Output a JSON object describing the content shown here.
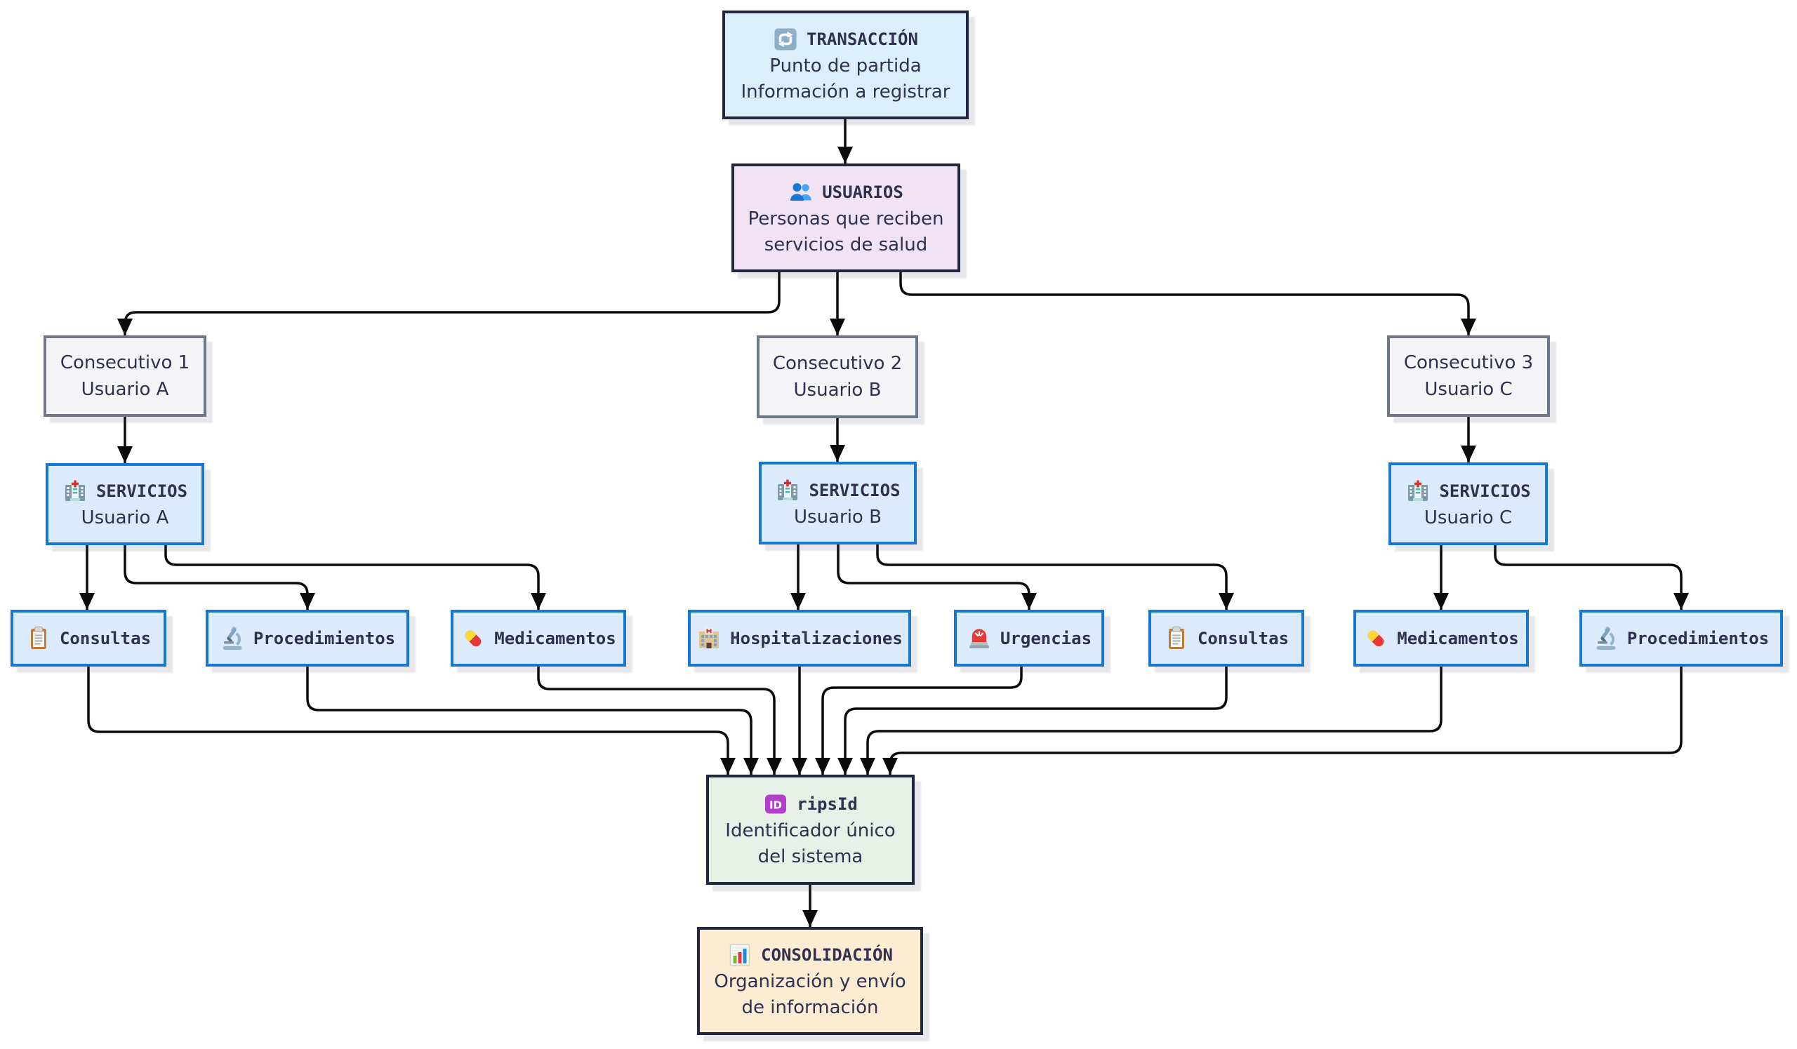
{
  "colors": {
    "edge": "#0b0b0b",
    "text": "#2e3150",
    "styles": {
      "info": {
        "bg": "#daeffa",
        "border": "#23263f"
      },
      "purple": {
        "bg": "#f2e3f4",
        "border": "#23263f"
      },
      "gray": {
        "bg": "#f4f4f7",
        "border": "#6e7787"
      },
      "blue": {
        "bg": "#dcebfb",
        "border": "#1877d2"
      },
      "green": {
        "bg": "#e7f0e6",
        "border": "#23263f"
      },
      "orange": {
        "bg": "#fcecd4",
        "border": "#23263f"
      }
    }
  },
  "nodes": [
    {
      "id": "transaccion",
      "style": "info",
      "icon": "transaction-arrows-icon",
      "emoji": "🔄",
      "title": "TRANSACCIÓN",
      "lines": [
        "Punto de partida",
        "Información a registrar"
      ]
    },
    {
      "id": "usuarios",
      "style": "purple",
      "icon": "users-icon",
      "emoji": "👥",
      "title": "USUARIOS",
      "lines": [
        "Personas que reciben",
        "servicios de salud"
      ]
    },
    {
      "id": "consecutivo1",
      "style": "gray",
      "title": "Consecutivo 1",
      "lines": [
        "Usuario A"
      ]
    },
    {
      "id": "consecutivo2",
      "style": "gray",
      "title": "Consecutivo 2",
      "lines": [
        "Usuario B"
      ]
    },
    {
      "id": "consecutivo3",
      "style": "gray",
      "title": "Consecutivo 3",
      "lines": [
        "Usuario C"
      ]
    },
    {
      "id": "serviciosA",
      "style": "blue",
      "icon": "hospital-icon",
      "emoji": "🏥",
      "title": "SERVICIOS",
      "lines": [
        "Usuario A"
      ]
    },
    {
      "id": "serviciosB",
      "style": "blue",
      "icon": "hospital-icon",
      "emoji": "🏥",
      "title": "SERVICIOS",
      "lines": [
        "Usuario B"
      ]
    },
    {
      "id": "serviciosC",
      "style": "blue",
      "icon": "hospital-icon",
      "emoji": "🏥",
      "title": "SERVICIOS",
      "lines": [
        "Usuario C"
      ]
    },
    {
      "id": "consultasA",
      "style": "blue",
      "icon": "clipboard-icon",
      "emoji": "📋",
      "title": "Consultas",
      "lines": []
    },
    {
      "id": "procedimientosA",
      "style": "blue",
      "icon": "microscope-icon",
      "emoji": "🔬",
      "title": "Procedimientos",
      "lines": []
    },
    {
      "id": "medicamentosA",
      "style": "blue",
      "icon": "pill-icon",
      "emoji": "💊",
      "title": "Medicamentos",
      "lines": []
    },
    {
      "id": "hospitalizaciones",
      "style": "blue",
      "icon": "hotel-building-icon",
      "emoji": "🏨",
      "title": "Hospitalizaciones",
      "lines": []
    },
    {
      "id": "urgencias",
      "style": "blue",
      "icon": "siren-icon",
      "emoji": "🚨",
      "title": "Urgencias",
      "lines": []
    },
    {
      "id": "consultasB",
      "style": "blue",
      "icon": "clipboard-icon",
      "emoji": "📋",
      "title": "Consultas",
      "lines": []
    },
    {
      "id": "medicamentosC",
      "style": "blue",
      "icon": "pill-icon",
      "emoji": "💊",
      "title": "Medicamentos",
      "lines": []
    },
    {
      "id": "procedimientosC",
      "style": "blue",
      "icon": "microscope-icon",
      "emoji": "🔬",
      "title": "Procedimientos",
      "lines": []
    },
    {
      "id": "ripsid",
      "style": "green",
      "icon": "id-badge-icon",
      "emoji": "🆔",
      "title": "ripsId",
      "lines": [
        "Identificador único",
        "del sistema"
      ]
    },
    {
      "id": "consolidacion",
      "style": "orange",
      "icon": "bar-chart-icon",
      "emoji": "📊",
      "title": "CONSOLIDACIÓN",
      "lines": [
        "Organización y envío",
        "de información"
      ]
    }
  ],
  "edges": [
    {
      "from": "transaccion",
      "to": "usuarios"
    },
    {
      "from": "usuarios",
      "to": "consecutivo1"
    },
    {
      "from": "usuarios",
      "to": "consecutivo2"
    },
    {
      "from": "usuarios",
      "to": "consecutivo3"
    },
    {
      "from": "consecutivo1",
      "to": "serviciosA"
    },
    {
      "from": "consecutivo2",
      "to": "serviciosB"
    },
    {
      "from": "consecutivo3",
      "to": "serviciosC"
    },
    {
      "from": "serviciosA",
      "to": "consultasA"
    },
    {
      "from": "serviciosA",
      "to": "procedimientosA"
    },
    {
      "from": "serviciosA",
      "to": "medicamentosA"
    },
    {
      "from": "serviciosB",
      "to": "hospitalizaciones"
    },
    {
      "from": "serviciosB",
      "to": "urgencias"
    },
    {
      "from": "serviciosB",
      "to": "consultasB"
    },
    {
      "from": "serviciosC",
      "to": "medicamentosC"
    },
    {
      "from": "serviciosC",
      "to": "procedimientosC"
    },
    {
      "from": "consultasA",
      "to": "ripsid"
    },
    {
      "from": "procedimientosA",
      "to": "ripsid"
    },
    {
      "from": "medicamentosA",
      "to": "ripsid"
    },
    {
      "from": "hospitalizaciones",
      "to": "ripsid"
    },
    {
      "from": "urgencias",
      "to": "ripsid"
    },
    {
      "from": "consultasB",
      "to": "ripsid"
    },
    {
      "from": "medicamentosC",
      "to": "ripsid"
    },
    {
      "from": "procedimientosC",
      "to": "ripsid"
    },
    {
      "from": "ripsid",
      "to": "consolidacion"
    }
  ]
}
